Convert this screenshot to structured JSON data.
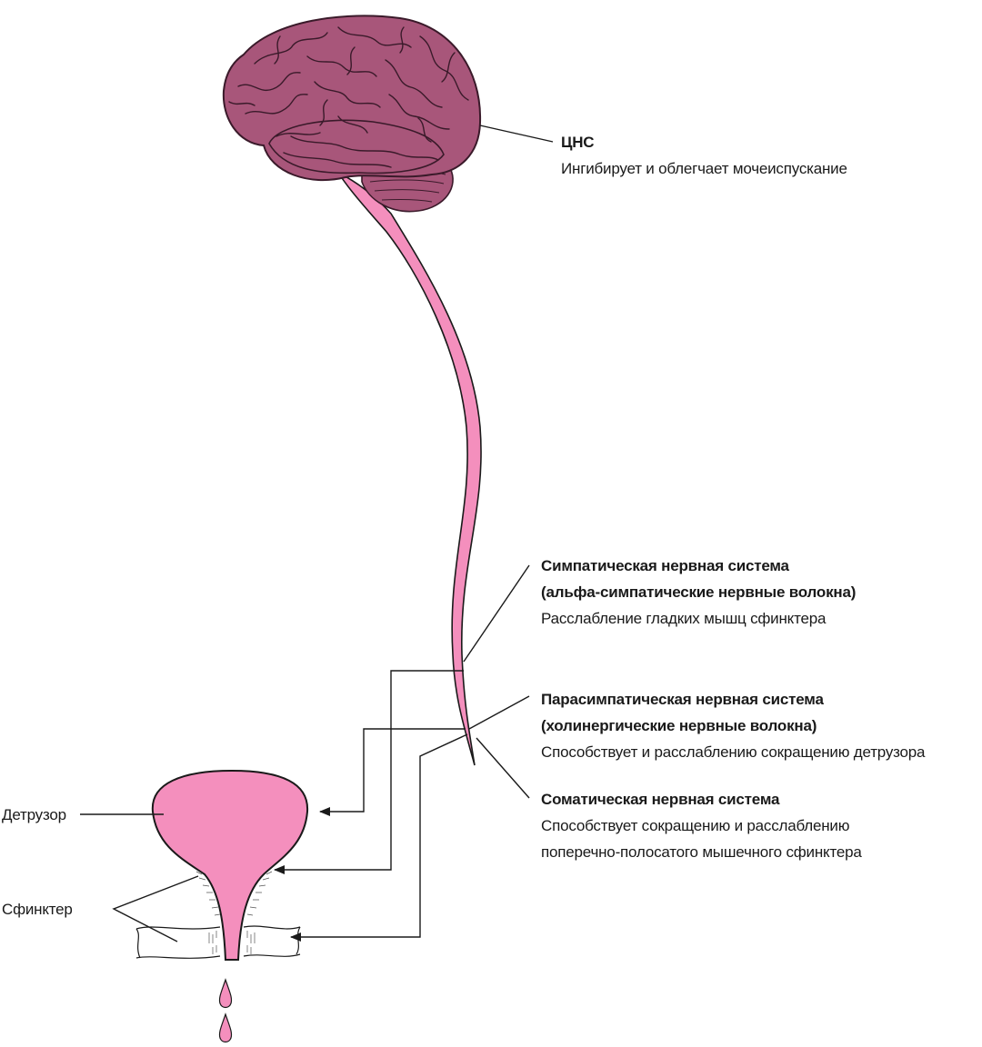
{
  "labels": {
    "cns": {
      "title": "ЦНС",
      "text": "Ингибирует и облегчает мочеиспускание"
    },
    "sympathetic": {
      "title_1": "Симпатическая нервная система",
      "title_2": "(альфа-симпатические нервные волокна)",
      "text": "Расслабление гладких мышц сфинктера"
    },
    "parasympathetic": {
      "title_1": "Парасимпатическая нервная система",
      "title_2": "(холинергические нервные волокна)",
      "text": "Способствует и расслаблению сокращению детрузора"
    },
    "somatic": {
      "title": "Соматическая нервная система",
      "text_1": "Способствует сокращению и расслаблению",
      "text_2": "поперечно-полосатого мышечного сфинктера"
    },
    "detrusor": "Детрузор",
    "sphincter": "Сфинктер"
  },
  "colors": {
    "brain_fill": "#a8567a",
    "brain_line": "#3a1a2a",
    "pink_fill": "#f48fbd",
    "line": "#1a1a1a"
  }
}
